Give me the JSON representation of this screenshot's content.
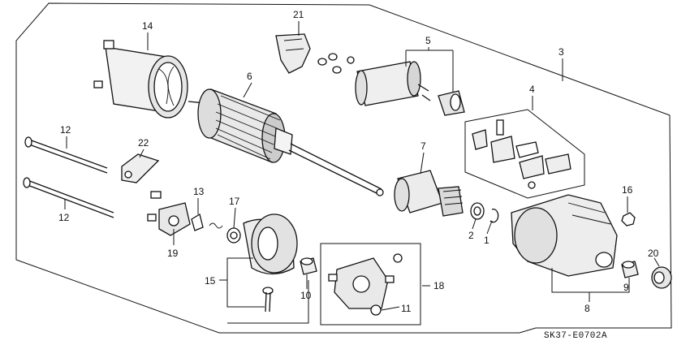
{
  "diagram": {
    "code": "SK37-E0702A",
    "callouts": {
      "p1": "1",
      "p2": "2",
      "p3": "3",
      "p4": "4",
      "p5": "5",
      "p6": "6",
      "p7": "7",
      "p8": "8",
      "p9": "9",
      "p10": "10",
      "p11": "11",
      "p12a": "12",
      "p12b": "12",
      "p13": "13",
      "p14": "14",
      "p15": "15",
      "p16": "16",
      "p17": "17",
      "p18": "18",
      "p19": "19",
      "p20": "20",
      "p21": "21",
      "p22": "22"
    }
  }
}
